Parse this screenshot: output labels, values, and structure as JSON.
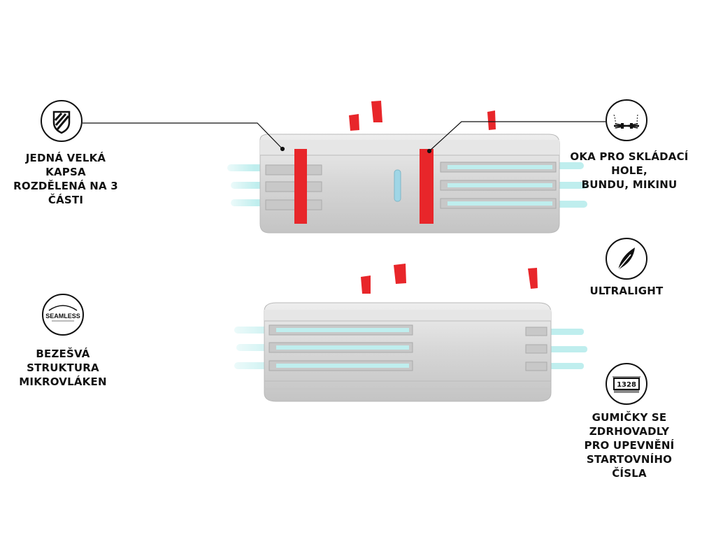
{
  "features": {
    "pocket": {
      "icon": "shield-icon",
      "lines": [
        "JEDNÁ VELKÁ KAPSA",
        "ROZDĚLENÁ NA 3 ČÁSTI"
      ]
    },
    "loops": {
      "icon": "poles-icon",
      "lines": [
        "OKA PRO SKLÁDACÍ HOLE,",
        "BUNDU, MIKINU"
      ]
    },
    "ultralight": {
      "icon": "feather-icon",
      "lines": [
        "ULTRALIGHT"
      ]
    },
    "seamless": {
      "icon": "seamless-logo-icon",
      "logo_text": "SEAMLESS",
      "lines": [
        "BEZEŠVÁ STRUKTURA",
        "MIKROVLÁKEN"
      ]
    },
    "bib": {
      "icon": "race-number-icon",
      "number": "1328",
      "lines": [
        "GUMIČKY SE ZDRHOVADLY",
        "PRO UPEVNĚNÍ STARTOVNÍHO",
        "ČÍSLA"
      ]
    }
  },
  "colors": {
    "belt": "#d9d9d9",
    "belt_dark": "#bdbdbd",
    "accent_red": "#e8262a",
    "mesh_cyan": "#bfeeee"
  }
}
